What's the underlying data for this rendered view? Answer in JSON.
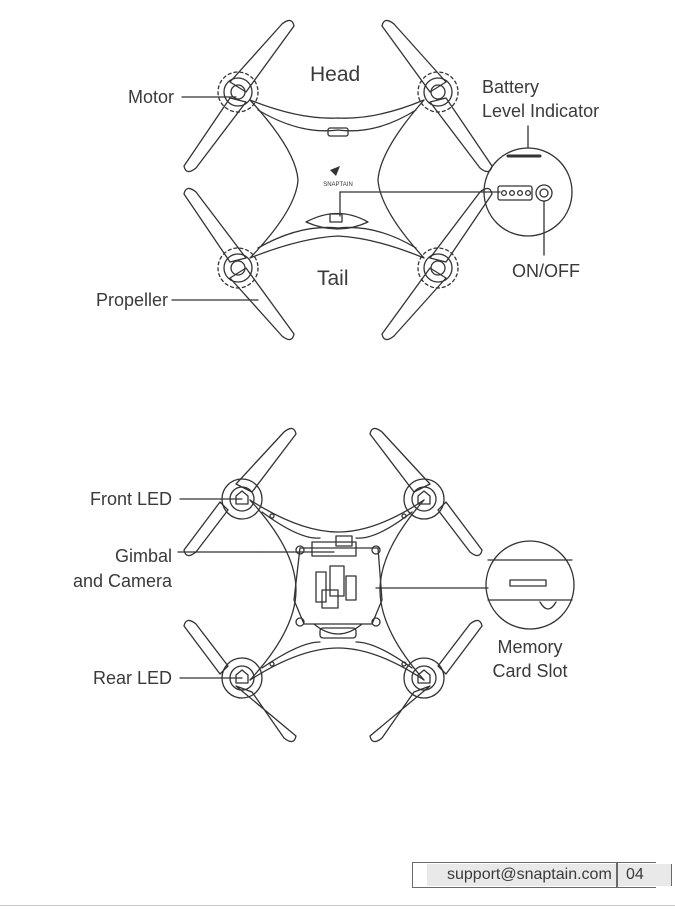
{
  "top_diagram": {
    "labels": {
      "head": "Head",
      "tail": "Tail",
      "motor": "Motor",
      "propeller": "Propeller",
      "battery_line1": "Battery",
      "battery_line2": "Level Indicator",
      "on_off": "ON/OFF",
      "brand": "SNAPTAIN"
    }
  },
  "bottom_diagram": {
    "labels": {
      "front_led": "Front LED",
      "gimbal_line1": "Gimbal",
      "gimbal_line2": "and Camera",
      "rear_led": "Rear LED",
      "memory_line1": "Memory",
      "memory_line2": "Card Slot"
    }
  },
  "footer": {
    "email": "support@snaptain.com",
    "page": "04"
  }
}
